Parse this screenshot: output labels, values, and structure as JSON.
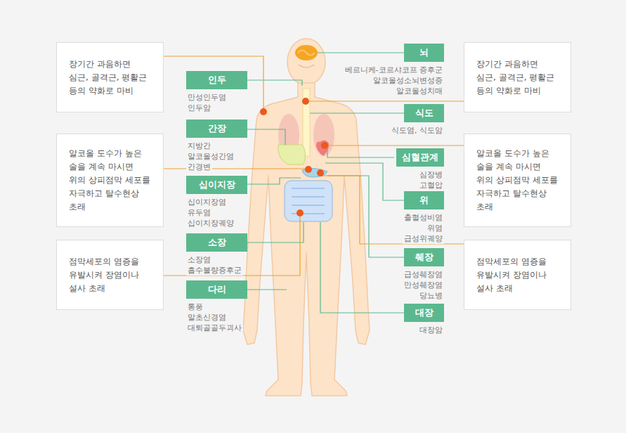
{
  "diagram": {
    "nodes": [
      {
        "text": [
          "장기간 과음하면 심근, 골격근, 평활근 등의 약화로 마비"
        ]
      },
      {
        "text": [
          "뇌",
          "베르니케-코르샤코프 증후군",
          "알코올성소뇌변성증",
          "알코올성치매"
        ]
      },
      {
        "text": [
          "장기간 과음하면 심근, 골격근, 평활근 등의 약화로 마비"
        ]
      },
      {
        "text": [
          "인두",
          "만성인두염",
          "인두암"
        ]
      },
      {
        "text": [
          "식도",
          "식도염, 식도암"
        ]
      },
      {
        "text": [
          "간장",
          "지방간",
          "알코올성간염",
          "간경변"
        ]
      },
      {
        "text": [
          "알코올 도수가 높은 술을 계속 마시면 위의 상피점막 세포를 자극하고 탈수현상 초래"
        ]
      },
      {
        "text": [
          "알코올 도수가 높은 술을 계속 마시면 위의 상피점막 세포를 자극하고 탈수현상 초래"
        ]
      },
      {
        "text": [
          "심혈관계",
          "심장병",
          "고혈압"
        ]
      },
      {
        "text": [
          "십이지장",
          "십이지장염",
          "유두염",
          "십이지장궤양"
        ]
      },
      {
        "text": [
          "위",
          "출혈성비염",
          "위염",
          "급성위궤양"
        ]
      },
      {
        "text": [
          "소장",
          "소장염",
          "흡수불량증후군"
        ]
      },
      {
        "text": [
          "점막세포의 염증을 유발시켜 장염이나 설사 초래"
        ]
      },
      {
        "text": [
          "점막세포의 염증을 유발시켜 장염이나 설사 초래"
        ]
      },
      {
        "text": [
          "췌장",
          "급성췌장염",
          "만성췌장염",
          "당뇨병"
        ]
      },
      {
        "text": [
          "다리",
          "통풍",
          "말초신경염",
          "대퇴골골두괴사"
        ]
      },
      {
        "text": [
          "대장",
          "대장암"
        ]
      }
    ]
  }
}
